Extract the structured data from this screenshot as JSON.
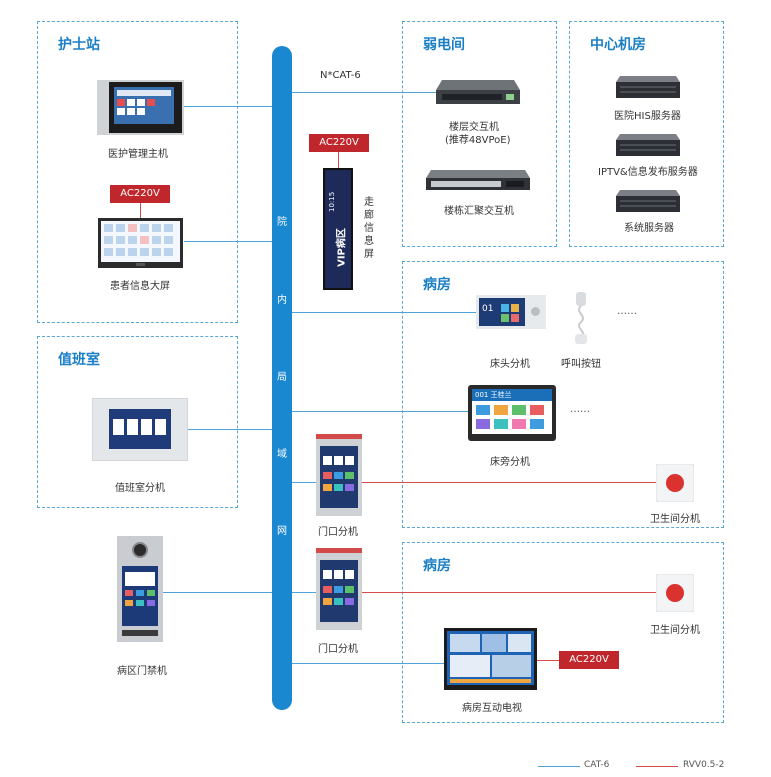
{
  "zones": {
    "nurse_station": "护士站",
    "weak_room": "弱电间",
    "center_room": "中心机房",
    "duty_room": "值班室",
    "ward_1": "病房",
    "ward_2": "病房"
  },
  "bus_chars": [
    "院",
    "内",
    "局",
    "域",
    "网"
  ],
  "cable_label": "N*CAT-6",
  "power_label": "AC220V",
  "devices": {
    "medical_host": "医护管理主机",
    "patient_screen": "患者信息大屏",
    "corridor_screen_chars": [
      "走",
      "廊",
      "信",
      "息",
      "屏"
    ],
    "floor_switch": "楼层交互机",
    "floor_switch_note": "(推荐48VPoE)",
    "building_switch": "楼栋汇聚交互机",
    "his_server": "医院HIS服务器",
    "iptv_server": "IPTV&信息发布服务器",
    "system_server": "系统服务器",
    "bedside_unit": "床头分机",
    "call_button": "呼叫按钮",
    "bedside_terminal": "床旁分机",
    "toilet_unit_1": "卫生间分机",
    "door_unit_1": "门口分机",
    "duty_unit": "值班室分机",
    "ward_door_access": "病区门禁机",
    "door_unit_2": "门口分机",
    "toilet_unit_2": "卫生间分机",
    "ward_tv": "病房互动电视"
  },
  "screen_text": {
    "corridor_time": "10:15",
    "corridor_vip": "VIP病区",
    "bedside_room": "01",
    "terminal_title": "001 王桂兰"
  },
  "ellipsis": "……",
  "legend": {
    "cat6": "CAT-6",
    "rvv": "RVV0.5-2"
  },
  "colors": {
    "network": "#1a88d0",
    "power": "#c0272d",
    "zone_border": "#5aa6d6"
  }
}
